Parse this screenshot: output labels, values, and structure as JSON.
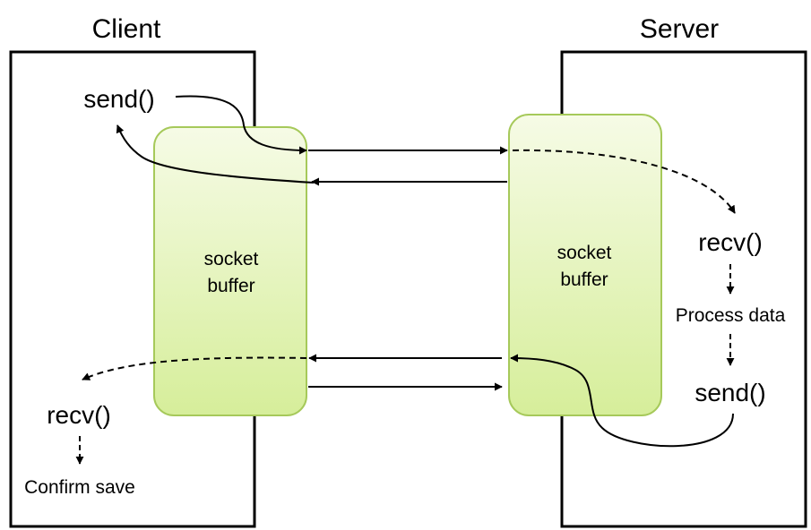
{
  "client": {
    "title": "Client",
    "send": "send()",
    "recv": "recv()",
    "confirm": "Confirm save"
  },
  "server": {
    "title": "Server",
    "recv": "recv()",
    "process": "Process data",
    "send": "send()"
  },
  "buffers": {
    "client": {
      "line1": "socket",
      "line2": "buffer"
    },
    "server": {
      "line1": "socket",
      "line2": "buffer"
    }
  },
  "colors": {
    "buffer_top": "#f6fbe6",
    "buffer_bottom": "#d6ee9a",
    "buffer_border": "#a6c95a"
  }
}
